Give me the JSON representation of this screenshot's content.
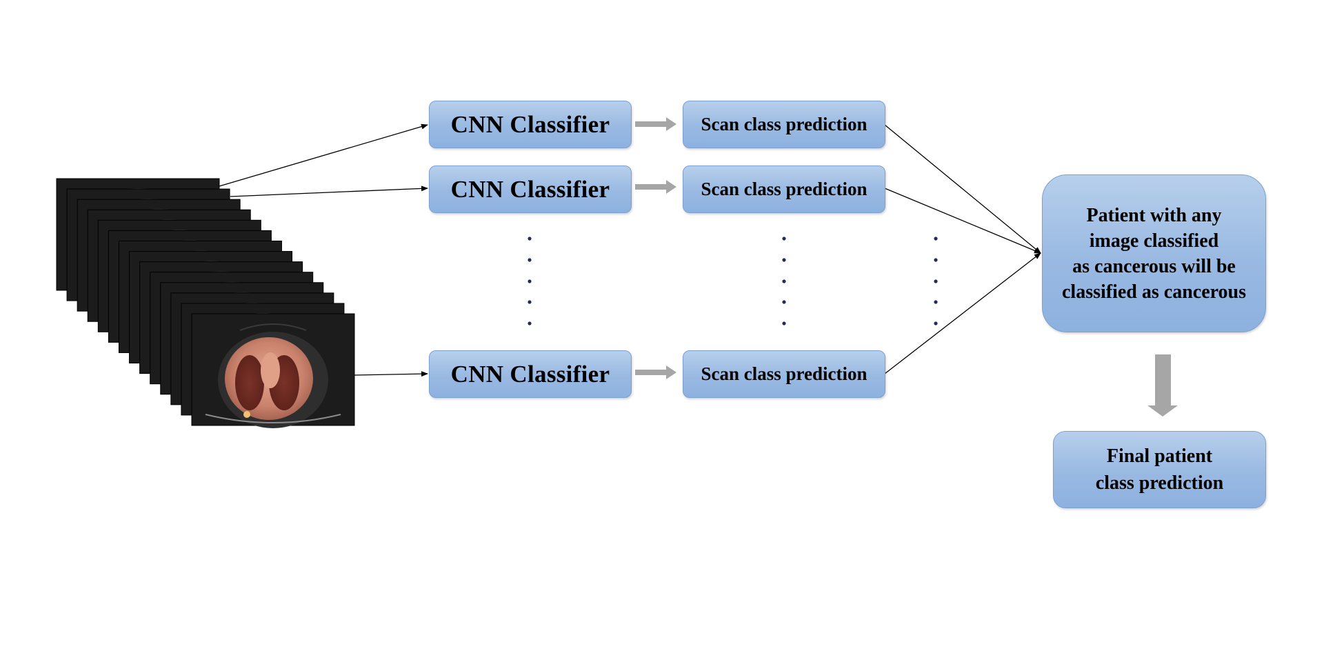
{
  "classifier_boxes": [
    "CNN Classifier",
    "CNN Classifier",
    "CNN Classifier"
  ],
  "prediction_boxes": [
    "Scan class prediction",
    "Scan class prediction",
    "Scan class prediction"
  ],
  "aggregation_rule": "Patient with any\nimage classified\nas cancerous will be\nclassified as cancerous",
  "final_output": "Final patient\nclass prediction",
  "scan_stack": {
    "slice_count": 14
  },
  "colors": {
    "box_fill_top": "#b7cfeb",
    "box_fill_bottom": "#8db1df",
    "box_border": "#7aa0d2",
    "thick_arrow": "#a6a6a6",
    "thin_arrow": "#000000",
    "ellipsis_dots": "#1f2d5a",
    "slice_background": "#1c1c1c",
    "scan_tissue": "#d4927c"
  }
}
